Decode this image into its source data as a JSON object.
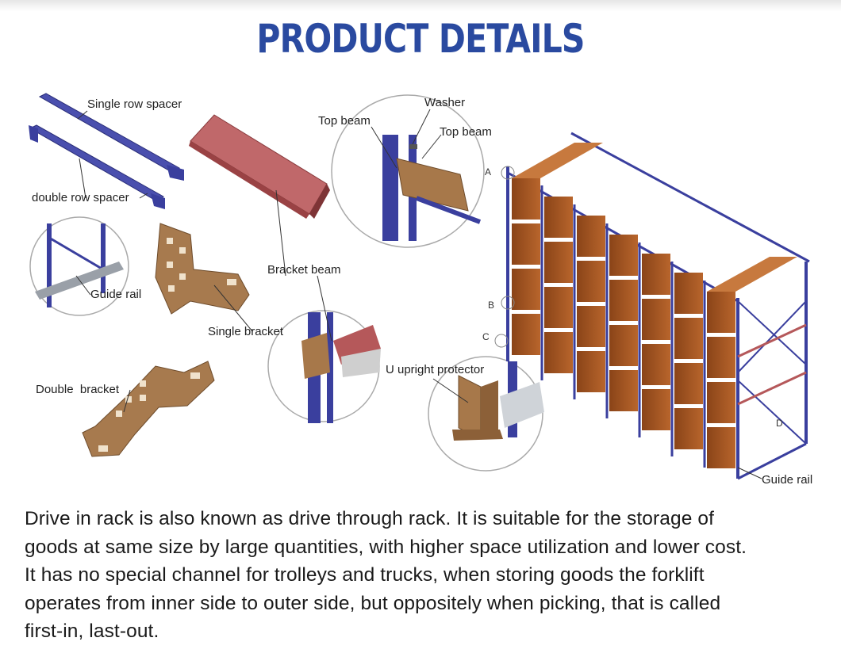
{
  "header": {
    "title": "PRODUCT DETAILS"
  },
  "labels": {
    "single_row_spacer": "Single row spacer",
    "double_row_spacer": "double row spacer",
    "guide_rail_left": "Guide rail",
    "top_beam_left": "Top beam",
    "washer": "Washer",
    "top_beam_right": "Top beam",
    "bracket_beam": "Bracket beam",
    "single_bracket": "Single bracket",
    "double_bracket": "Double  bracket",
    "u_upright_protector": "U upright protector",
    "guide_rail_right": "Guide rail",
    "marker_a": "A",
    "marker_b": "B",
    "marker_c": "C",
    "marker_d": "D"
  },
  "description": {
    "lines": [
      "Drive in rack is also known as drive through rack. It is suitable for the storage of",
      "goods at same size by large quantities, with higher space utilization and lower cost.",
      "It has no special channel for trolleys and trucks, when storing goods the forklift",
      "operates from inner side to outer side, but oppositely when picking, that is called",
      "first-in, last-out."
    ]
  },
  "colors": {
    "title": "#2a4aa0",
    "steel_blue": "#3a3f9e",
    "pallet_brown": "#a0582a",
    "bracket_tan": "#a77a4e",
    "beam_red": "#b5585a"
  }
}
